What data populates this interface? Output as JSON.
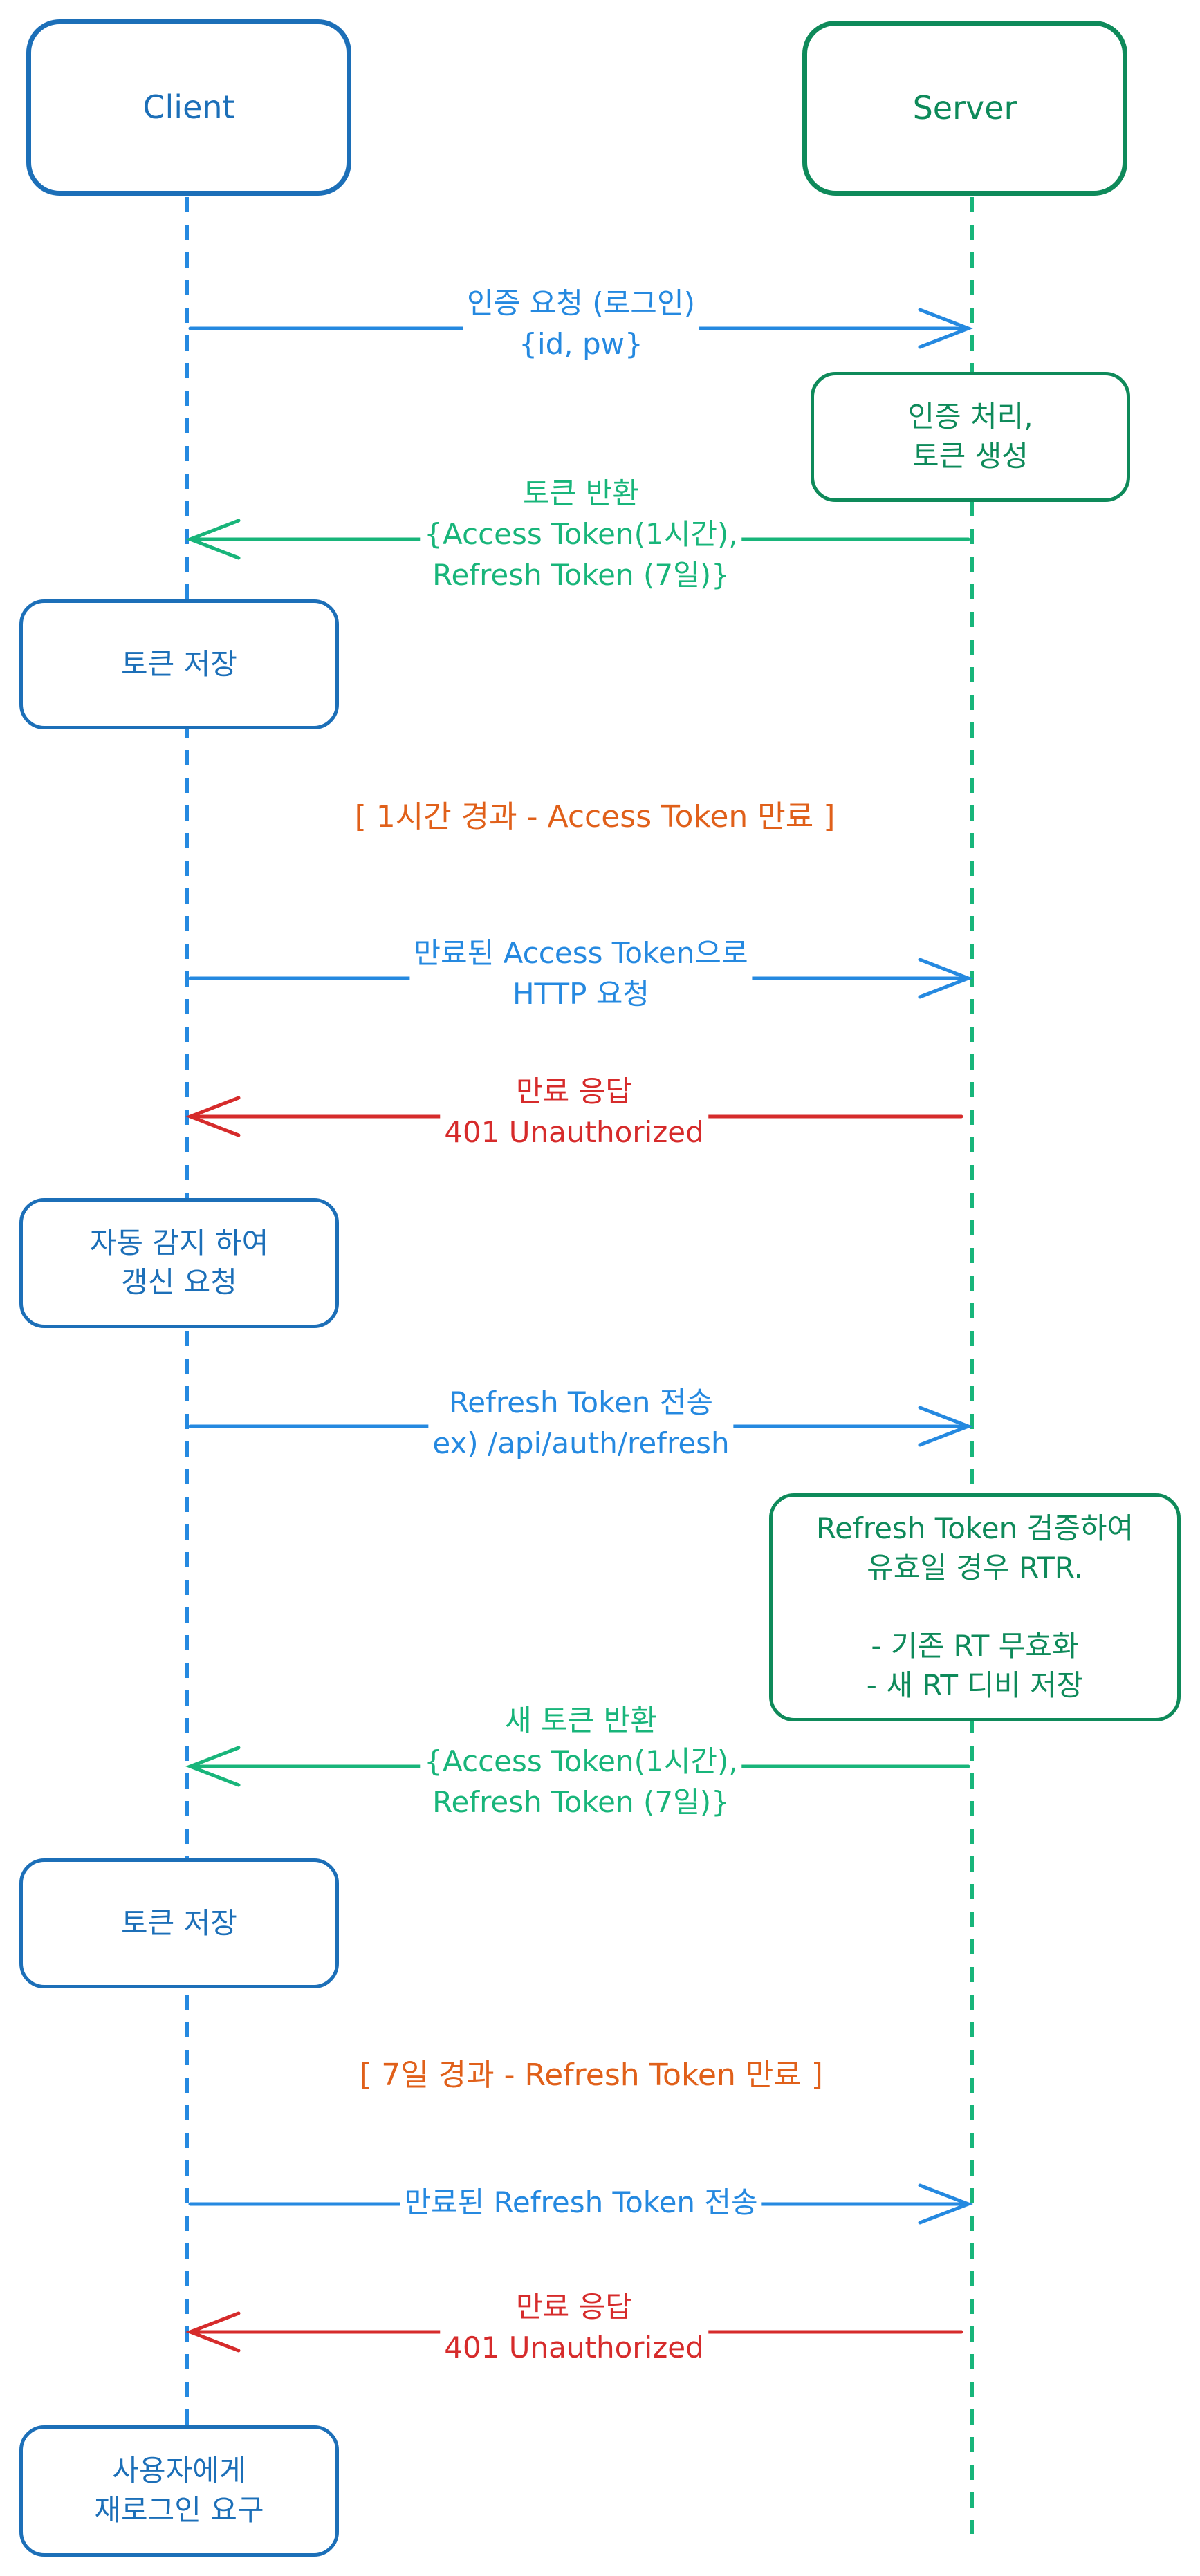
{
  "actors": {
    "client": "Client",
    "server": "Server"
  },
  "messages": {
    "m1": "인증 요청 (로그인)\n{id, pw}",
    "m2": "토큰 반환\n{Access Token(1시간),\nRefresh Token (7일)}",
    "m3": "만료된 Access Token으로\nHTTP 요청",
    "m4": "만료 응답\n401 Unauthorized",
    "m5": "Refresh Token 전송\nex) /api/auth/refresh",
    "m6": "새 토큰 반환\n{Access Token(1시간),\nRefresh Token (7일)}",
    "m7": "만료된 Refresh Token 전송",
    "m8": "만료 응답\n401 Unauthorized"
  },
  "notes": {
    "server_auth": "인증 처리,\n토큰 생성",
    "client_store1": "토큰 저장",
    "client_refresh": "자동 감지 하여\n갱신 요청",
    "server_rtr": "Refresh Token 검증하여\n유효일 경우 RTR.\n\n- 기존 RT 무효화\n- 새 RT 디비 저장",
    "client_store2": "토큰 저장",
    "client_relogin": "사용자에게\n재로그인 요구"
  },
  "phases": {
    "p1": "[ 1시간 경과 - Access Token 만료 ]",
    "p2": "[ 7일 경과 - Refresh Token 만료 ]"
  },
  "colors": {
    "client": "#1c6fb8",
    "server": "#0e8a5a",
    "request": "#2589e0",
    "response_ok": "#18b57a",
    "response_error": "#d62b2b",
    "phase": "#e0601a"
  }
}
